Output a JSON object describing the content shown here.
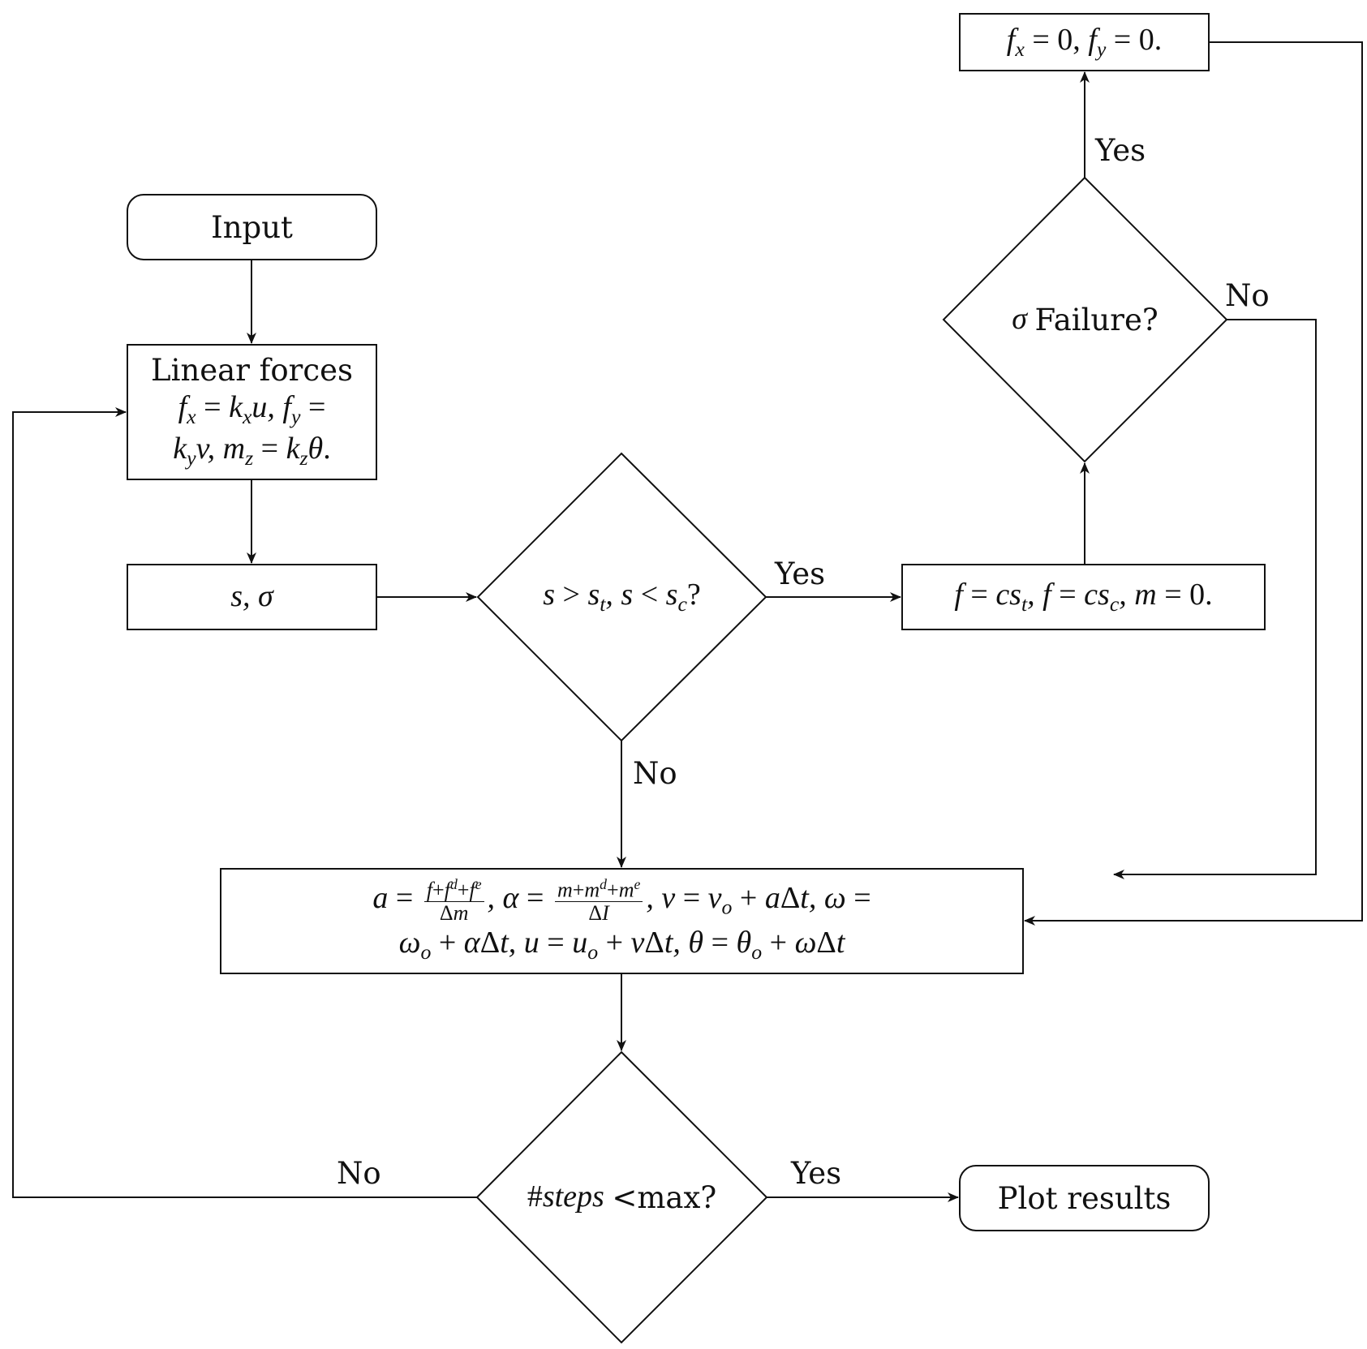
{
  "nodes": {
    "input": {
      "text": "Input"
    },
    "linear_forces": {
      "title": "Linear forces"
    },
    "s_sigma": {
      "text": "s, σ"
    },
    "stress_check": {},
    "tensile_forces": {},
    "failure_check": {
      "text": "Failure?"
    },
    "zero_forces": {},
    "update_eq": {},
    "steps_check": {
      "text": "<max?"
    },
    "plot_results": {
      "text": "Plot results"
    }
  },
  "edge_labels": {
    "stress_yes": "Yes",
    "stress_no": "No",
    "failure_yes": "Yes",
    "failure_no": "No",
    "steps_yes": "Yes",
    "steps_no": "No"
  }
}
